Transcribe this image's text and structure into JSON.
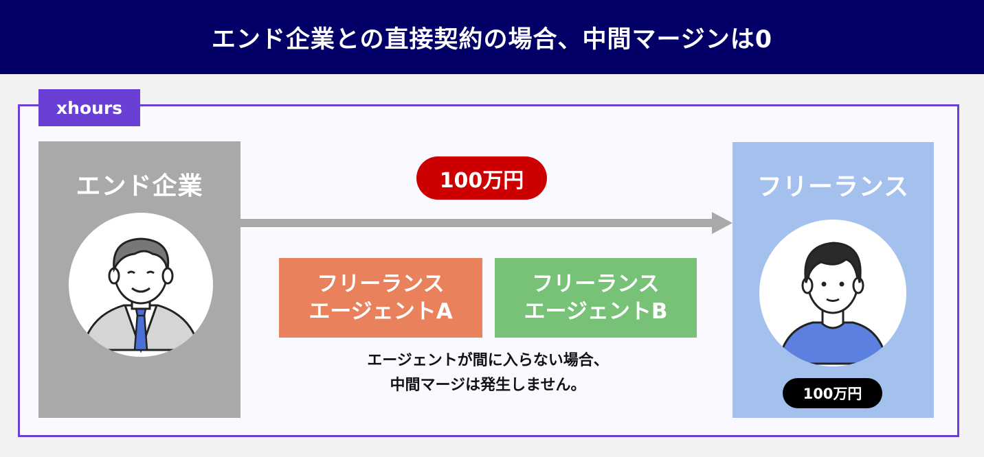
{
  "header": {
    "title": "エンド企業との直接契約の場合、中間マージンは0"
  },
  "frame": {
    "tag_label": "xhours"
  },
  "left_panel": {
    "title": "エンド企業",
    "avatar_icon": "businessman-icon"
  },
  "right_panel": {
    "title": "フリーランス",
    "avatar_icon": "young-man-icon",
    "amount": "100万円"
  },
  "flow": {
    "amount_label": "100万円"
  },
  "agents": [
    {
      "line1": "フリーランス",
      "line2": "エージェントA",
      "color": "#ea815d"
    },
    {
      "line1": "フリーランス",
      "line2": "エージェントB",
      "color": "#77c277"
    }
  ],
  "note": {
    "line1": "エージェントが間に入らない場合、",
    "line2": "中間マージは発生しません。"
  },
  "colors": {
    "header_bg": "#020066",
    "frame_accent": "#6a3fd3",
    "price_red": "#cc0000",
    "left_panel": "#a9a9a9",
    "right_panel": "#a4c1ee"
  }
}
